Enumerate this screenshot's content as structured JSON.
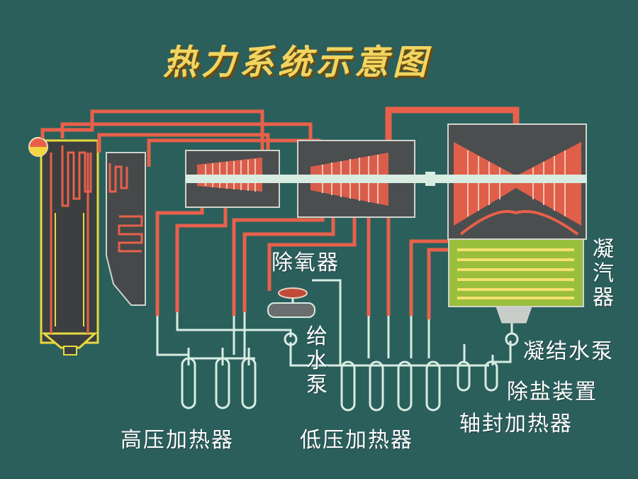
{
  "title": "热力系统示意图",
  "labels": {
    "deaerator": "除氧器",
    "feed_pump": "给水泵",
    "condenser": "凝汽器",
    "condensate_pump": "凝结水泵",
    "demineralizer": "除盐装置",
    "gland_heater": "轴封加热器",
    "hp_heaters": "高压加热器",
    "lp_heaters": "低压加热器"
  },
  "colors": {
    "background": "#2a5f5c",
    "steam": "#e8604a",
    "water": "#d8ece2",
    "feedwater_yellow": "#e8d840",
    "casing": "#4a4e4f",
    "title": "#f2d560"
  }
}
